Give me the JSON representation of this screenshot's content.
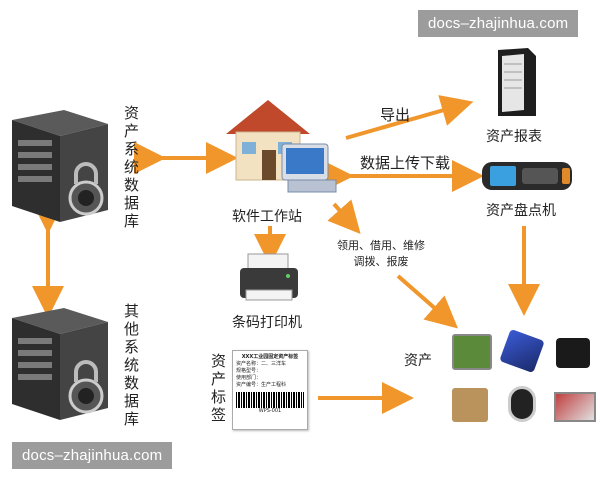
{
  "watermark_top": "docs–zhajinhua.com",
  "watermark_bottom": "docs–zhajinhua.com",
  "nodes": {
    "asset_db": "资产系统数据库",
    "other_db": "其他系统数据库",
    "workstation": "软件工作站",
    "printer": "条码打印机",
    "asset_label": "资产标签",
    "report": "资产报表",
    "handheld": "资产盘点机",
    "assets": "资产"
  },
  "edges": {
    "export": "导出",
    "sync": "数据上传下载",
    "ops_line1": "领用、借用、维修",
    "ops_line2": "调拨、报废"
  },
  "label_card": {
    "title": "XXX工业园固定资产标签",
    "row1": "资产名称：二、三洋车",
    "row2": "规格型号：",
    "row3": "使用部门：",
    "row4": "资产编号：生产工程科",
    "code": "WPS-001"
  },
  "colors": {
    "arrow": "#f0962a",
    "server": "#3a3a3a"
  }
}
